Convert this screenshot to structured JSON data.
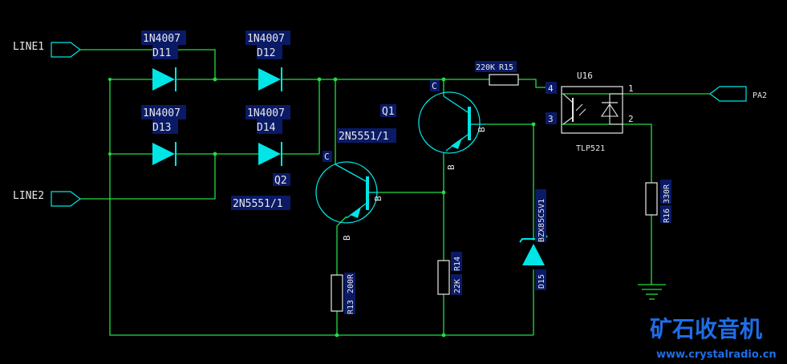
{
  "ports": {
    "line1": "LINE1",
    "line2": "LINE2",
    "pa2": "PA2"
  },
  "diodes": [
    {
      "part": "1N4007",
      "ref": "D11"
    },
    {
      "part": "1N4007",
      "ref": "D12"
    },
    {
      "part": "1N4007",
      "ref": "D13"
    },
    {
      "part": "1N4007",
      "ref": "D14"
    }
  ],
  "transistors": {
    "q1": {
      "ref": "Q1",
      "part": "2N5551/1",
      "c": "C",
      "b": "B",
      "e": "B"
    },
    "q2": {
      "ref": "Q2",
      "part": "2N5551/1",
      "c": "C",
      "b": "B",
      "e": "B"
    }
  },
  "resistors": {
    "r15": {
      "value": "220K",
      "ref": "R15"
    },
    "r16": {
      "value": "330R",
      "ref": "R16"
    },
    "r14": {
      "value": "22K",
      "ref": "R14"
    },
    "r13": {
      "value": "200R",
      "ref": "R13"
    }
  },
  "zener": {
    "part": "BZX85C5V1",
    "ref": "D15"
  },
  "optocoupler": {
    "ref": "U16",
    "part": "TLP521",
    "pins": [
      "1",
      "2",
      "3",
      "4"
    ]
  },
  "watermark": {
    "title": "矿石收音机",
    "url": "www.crystalradio.cn"
  },
  "colors": {
    "wire": "#22dd44",
    "component": "#00e5e5",
    "label_bg": "#0a1a66",
    "background": "#000000"
  }
}
